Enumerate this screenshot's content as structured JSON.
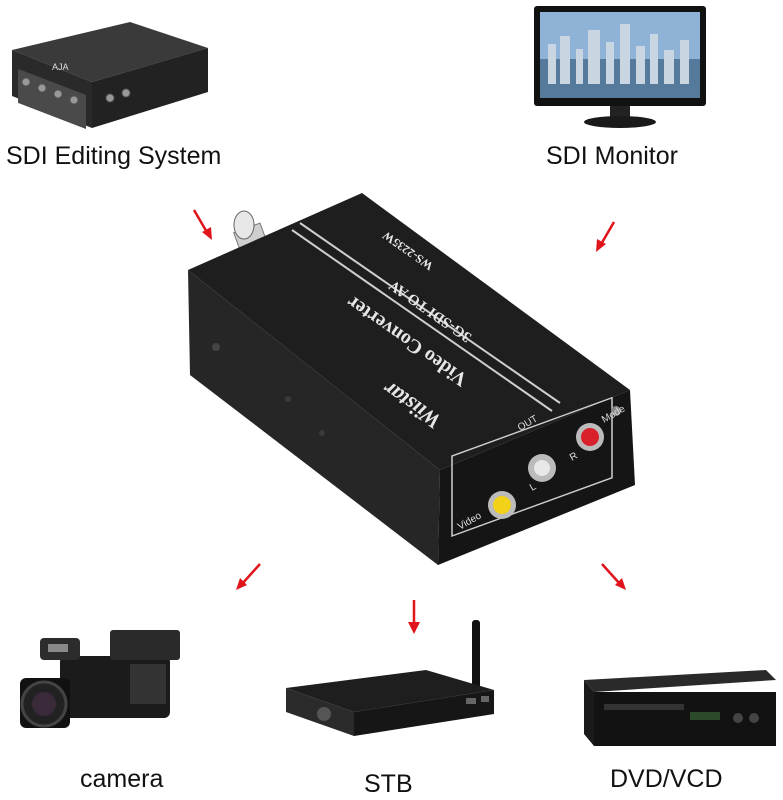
{
  "labels": {
    "sdi_editing": "SDI Editing System",
    "sdi_monitor": "SDI Monitor",
    "camera": "camera",
    "stb": "STB",
    "dvd": "DVD/VCD"
  },
  "device": {
    "model": "WS-2235W",
    "subtitle": "3G-SDI TO AV",
    "name": "Video Converter",
    "brand": "Wiistar",
    "port_out": "OUT",
    "port_video": "Video",
    "port_l": "L",
    "port_r": "R",
    "port_mode": "Mode"
  },
  "colors": {
    "arrow": "#e0141b",
    "device_body": "#1c1c1c",
    "rca_yellow": "#f2d219",
    "rca_red": "#d8212b"
  }
}
